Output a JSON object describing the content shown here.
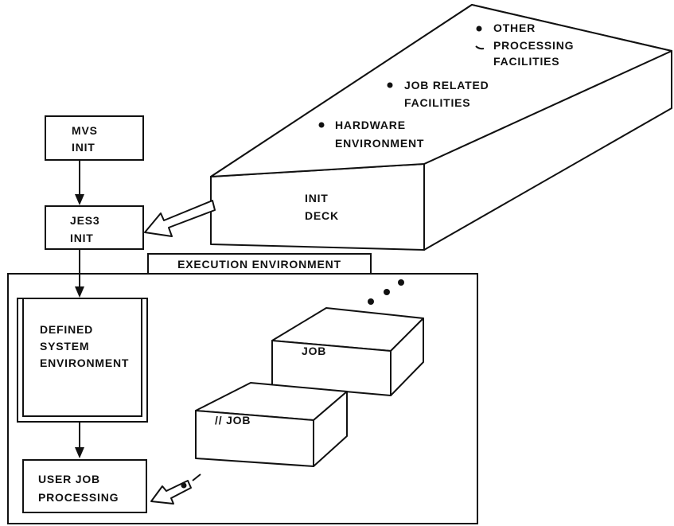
{
  "colors": {
    "ink": "#111111",
    "paper": "#ffffff"
  },
  "init_deck": {
    "label_line1": "INIT",
    "label_line2": "DECK",
    "bullets": [
      {
        "line1": "OTHER",
        "line2": "PROCESSING",
        "line3": "FACILITIES"
      },
      {
        "line1": "JOB RELATED",
        "line2": "FACILITIES"
      },
      {
        "line1": "HARDWARE",
        "line2": "ENVIRONMENT"
      }
    ]
  },
  "mvs_init": {
    "line1": "MVS",
    "line2": "INIT"
  },
  "jes3_init": {
    "line1": "JES3",
    "line2": "INIT"
  },
  "execution_environment": {
    "title": "EXECUTION ENVIRONMENT"
  },
  "defined_system": {
    "line1": "DEFINED",
    "line2": "SYSTEM",
    "line3": "ENVIRONMENT"
  },
  "user_job": {
    "line1": "USER JOB",
    "line2": "PROCESSING"
  },
  "jobs": {
    "back_label": "JOB",
    "front_label": "// JOB"
  }
}
